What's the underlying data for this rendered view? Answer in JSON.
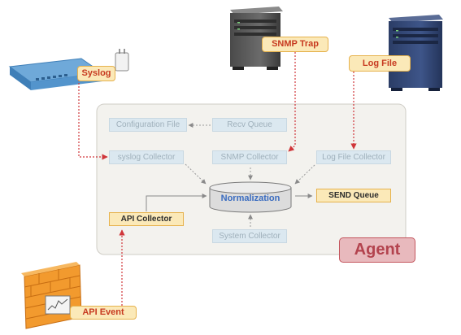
{
  "sources": {
    "syslog": "Syslog",
    "snmp_trap": "SNMP Trap",
    "log_file": "Log File",
    "api_event": "API Event"
  },
  "agent": {
    "label": "Agent",
    "components": {
      "configuration_file": "Configuration File",
      "recv_queue": "Recv Queue",
      "syslog_collector": "syslog Collector",
      "snmp_collector": "SNMP Collector",
      "log_file_collector": "Log File Collector",
      "normalization": "Normalization",
      "api_collector": "API Collector",
      "send_queue": "SEND Queue",
      "system_collector": "System Collector"
    }
  },
  "colors": {
    "panel": "#f3f2ee",
    "component": "#dbe8f0",
    "highlight": "#fbe9b8",
    "flow_arrow": "#d0363a",
    "agent_badge": "#e8b9bd"
  }
}
